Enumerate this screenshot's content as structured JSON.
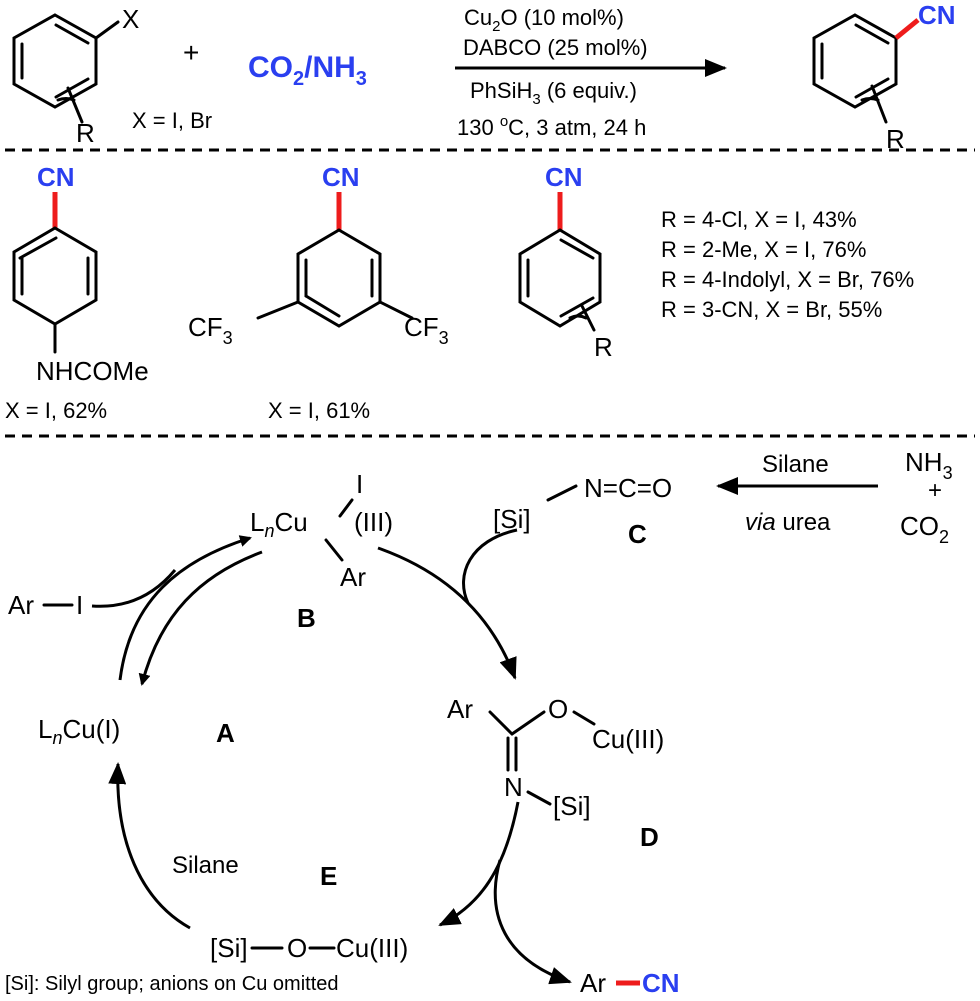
{
  "scheme": {
    "reactant_x": "X",
    "reactant_r": "R",
    "plus": "+",
    "reagent": "CO2/NH3",
    "x_def": "X = I, Br",
    "cond1": "Cu2O (10 mol%)",
    "cond2": "DABCO (25 mol%)",
    "cond3": "PhSiH3 (6 equiv.)",
    "cond4": "130 oC, 3 atm, 24 h",
    "product_cn": "CN",
    "product_r": "R"
  },
  "examples": {
    "ex1_cn": "CN",
    "ex1_sub": "NHCOMe",
    "ex1_yield": "X = I, 62%",
    "ex2_cn": "CN",
    "ex2_cf3_left": "CF3",
    "ex2_cf3_right": "CF3",
    "ex2_yield": "X = I, 61%",
    "ex3_cn": "CN",
    "ex3_r": "R",
    "yields": [
      "R = 4-Cl, X = I, 43%",
      "R = 2-Me, X = I, 76%",
      "R = 4-Indolyl, X = Br, 76%",
      "R = 3-CN, X = Br, 55%"
    ]
  },
  "cycle": {
    "nh3": "NH3",
    "plus": "+",
    "co2": "CO2",
    "silane_top": "Silane",
    "via_urea": "via urea",
    "c_iso": "N=C=O",
    "c_si": "[Si]",
    "c_label": "C",
    "b_i": "I",
    "b_lncu": "LnCu",
    "b_ox": "(III)",
    "b_ar": "Ar",
    "b_label": "B",
    "ar_i_ar": "Ar",
    "ar_i_i": "I",
    "a_lncu": "LnCu(I)",
    "a_label": "A",
    "d_ar": "Ar",
    "d_o": "O",
    "d_cu": "Cu(III)",
    "d_n": "N",
    "d_si": "[Si]",
    "d_label": "D",
    "e_label": "E",
    "silane_left": "Silane",
    "e_si": "[Si]",
    "e_o": "O",
    "e_cu": "Cu(III)",
    "prod_ar": "Ar",
    "prod_cn": "CN",
    "footnote": "[Si]: Silyl group; anions on Cu omitted"
  }
}
